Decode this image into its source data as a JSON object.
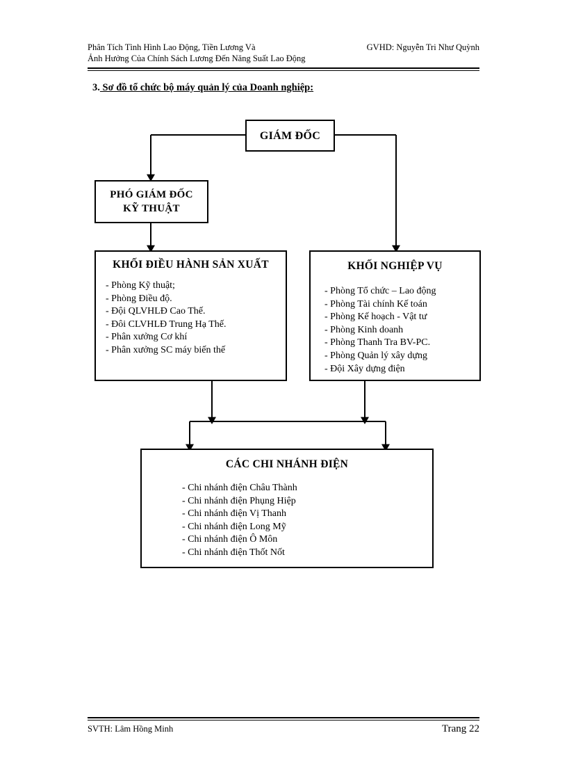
{
  "header": {
    "left_text": "Phân Tích Tình Hình Lao Động, Tiền Lương Và\n Ảnh Hưởng Của Chính Sách Lương Đến Năng Suất Lao Động",
    "right_text": "GVHD: Nguyễn Tri Như Quỳnh"
  },
  "section": {
    "number": "3.",
    "title": " Sơ đồ tổ chức bộ máy quản lý của Doanh nghiệp:"
  },
  "diagram": {
    "director": {
      "title": "GIÁM ĐỐC"
    },
    "deputy": {
      "title": "PHÓ GIÁM ĐỐC\nKỸ THUẬT"
    },
    "production": {
      "title": "KHỐI ĐIỀU HÀNH SẢN XUẤT",
      "items": [
        "- Phòng Kỹ thuật;",
        "- Phòng Điều độ.",
        "- Đội QLVHLĐ Cao Thế.",
        "- Đôi CLVHLĐ Trung Hạ Thế.",
        "- Phân xưởng Cơ khí",
        "- Phân xưởng SC máy biến thế"
      ]
    },
    "operations": {
      "title": "KHỐI NGHIỆP VỤ",
      "items": [
        "- Phòng Tổ chức – Lao động",
        "- Phòng Tài chính Kế toán",
        "- Phòng Kế hoạch - Vật tư",
        "- Phòng Kinh doanh",
        "- Phòng Thanh Tra BV-PC.",
        "- Phòng Quản lý xây dựng",
        "- Đội Xây dựng điện"
      ]
    },
    "branches": {
      "title": "CÁC CHI NHÁNH ĐIỆN",
      "items": [
        "- Chi nhánh điện Châu Thành",
        "- Chi nhánh điện Phụng Hiệp",
        "- Chi nhánh điện Vị Thanh",
        "- Chi nhánh điện Long Mỹ",
        "- Chi nhánh điện Ô Môn",
        "- Chi nhánh điện Thốt Nốt"
      ]
    }
  },
  "footer": {
    "left_text": "SVTH: Lâm Hồng Minh",
    "right_text": "Trang 22"
  },
  "colors": {
    "ink": "#000000",
    "paper": "#ffffff"
  }
}
